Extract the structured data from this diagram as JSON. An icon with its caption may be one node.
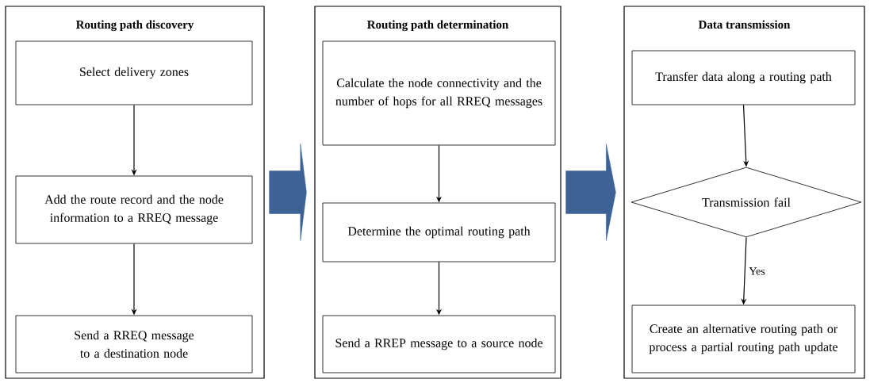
{
  "diagram": {
    "nodes": [
      {
        "text": [
          "Routing path discovery"
        ]
      },
      {
        "text": [
          "Select delivery zones"
        ],
        "in": 0
      },
      {
        "text": [
          "Add the route record and the node information to  a RREQ message"
        ],
        "in": 0
      },
      {
        "text": [
          "Send a RREQ message  to a destination node"
        ],
        "in": 0
      },
      {
        "text": [
          "Routing path determination"
        ]
      },
      {
        "text": [
          "Calculate the node connectivity and the number of hops for all RREQ messages"
        ],
        "in": 4
      },
      {
        "text": [
          "Determine the optimal routing path"
        ],
        "in": 4
      },
      {
        "text": [
          "Send a RREP message  to a source node"
        ],
        "in": 4
      },
      {
        "text": [
          "Data transmission"
        ]
      },
      {
        "text": [
          "Transfer data along a routing path"
        ],
        "in": 8
      },
      {
        "text": [
          "Transmission fail"
        ],
        "in": 8
      },
      {
        "text": [
          "Create an alternative routing path or process a partial routing path update"
        ],
        "in": 8
      }
    ],
    "edges": [
      {
        "from": 1,
        "to": 2,
        "arrow": "to"
      },
      {
        "from": 2,
        "to": 3,
        "arrow": "to"
      },
      {
        "from": 5,
        "to": 6,
        "arrow": "to"
      },
      {
        "from": 6,
        "to": 7,
        "arrow": "to"
      },
      {
        "from": 9,
        "to": 10,
        "arrow": "to"
      },
      {
        "from": 10,
        "to": 11,
        "arrow": "to",
        "label": "Yes"
      },
      {
        "from": 0,
        "to": 4,
        "arrow": "to",
        "style": "thick",
        "color": "#3c6296"
      },
      {
        "from": 4,
        "to": 8,
        "arrow": "to",
        "style": "thick",
        "color": "#3c6296"
      }
    ]
  }
}
